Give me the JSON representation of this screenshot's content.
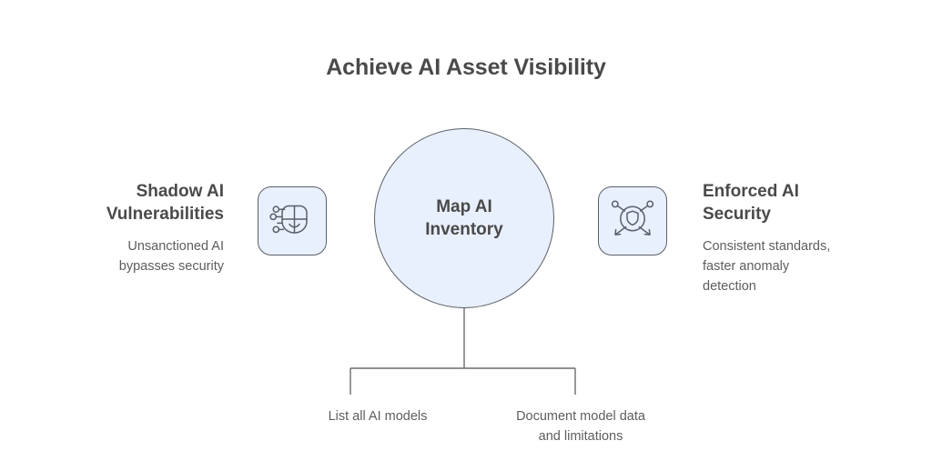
{
  "page": {
    "title": "Achieve AI Asset Visibility",
    "background": "#ffffff"
  },
  "theme": {
    "node_fill": "#e9f0fd",
    "node_stroke": "#5a5f68",
    "connector_stroke": "#6b6b6b",
    "heading_color": "#4a4a4a",
    "body_color": "#5d5d5d"
  },
  "center": {
    "label": "Map AI\nInventory",
    "icon": "circle-node"
  },
  "sides": [
    {
      "position": "left",
      "heading": "Shadow AI\nVulnerabilities",
      "body": "Unsanctioned AI\nbypasses security",
      "icon": "ai-mask-circuit-icon"
    },
    {
      "position": "right",
      "heading": "Enforced AI\nSecurity",
      "body": "Consistent standards,\nfaster anomaly\ndetection",
      "icon": "shield-network-icon"
    }
  ],
  "branches": [
    {
      "caption": "List all AI models"
    },
    {
      "caption": "Document model data\nand limitations"
    }
  ]
}
